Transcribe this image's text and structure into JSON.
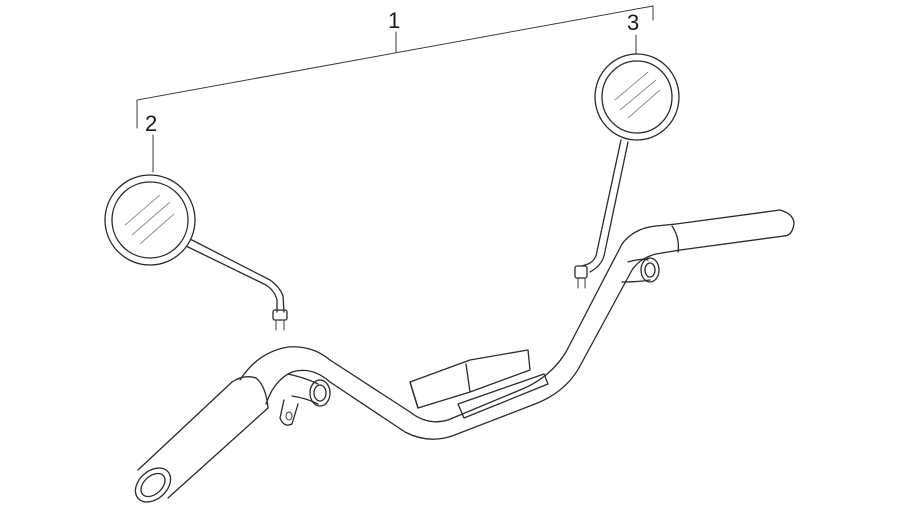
{
  "callouts": {
    "assembly": "1",
    "left_mirror": "2",
    "right_mirror": "3"
  }
}
